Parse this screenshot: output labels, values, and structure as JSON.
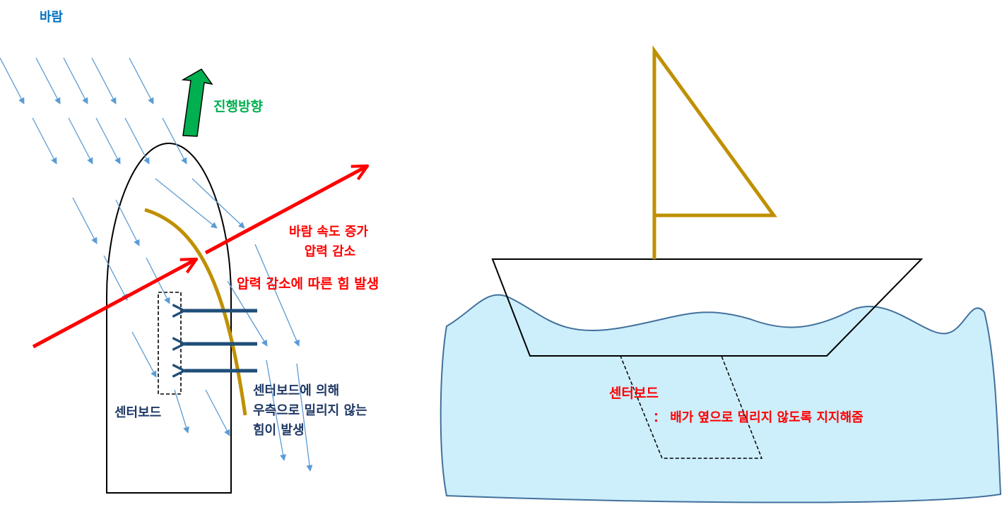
{
  "labels": {
    "wind": "바람",
    "direction": "진행방향",
    "speed_up": "바람 속도 증가",
    "pressure_down": "압력 감소",
    "force_from_pressure": "압력 감소에 따른 힘 발생",
    "cb_force_1": "센터보드에 의해",
    "cb_force_2": "우측으로 밀리지 않는",
    "cb_force_3": "힘이 발생",
    "centerboard_left": "센터보드",
    "centerboard_right": "센터보드",
    "centerboard_desc": "： 배가 옆으로 밀리지 않도록 지지해줌"
  },
  "colors": {
    "wind_blue": "#0070c0",
    "wind_arrow": "#5b9bd5",
    "green": "#00b050",
    "red": "#ff0000",
    "navy": "#1f3864",
    "force_arrow": "#1f4e79",
    "sail_gold": "#bf9000",
    "water_fill": "#cdeefb",
    "water_stroke": "#41719c"
  }
}
